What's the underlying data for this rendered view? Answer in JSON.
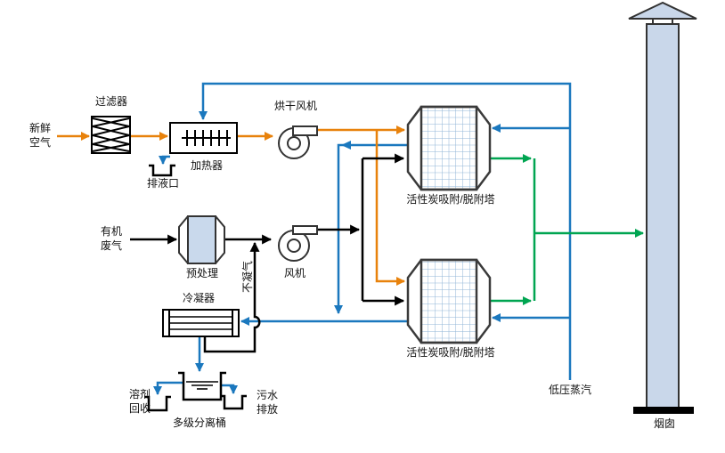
{
  "diagram": {
    "title": "activated-carbon adsorption / desorption process flow diagram",
    "labels": {
      "fresh_air": "新鲜\n空气",
      "filter": "过滤器",
      "heater": "加热器",
      "drain_port": "排液口",
      "drying_fan": "烘干风机",
      "organic_waste_gas": "有机\n废气",
      "pretreatment": "预处理",
      "fan": "风机",
      "non_condensable_gas": "不凝气",
      "condenser": "冷凝器",
      "adsorption_tower_top": "活性炭吸附/脱附塔",
      "adsorption_tower_bottom": "活性炭吸附/脱附塔",
      "solvent_recovery": "溶剂\n回收",
      "sewage_discharge": "污水\n排放",
      "multistage_separator": "多级分离桶",
      "low_pressure_steam": "低压蒸汽",
      "chimney": "烟囱"
    },
    "colors": {
      "fresh_air_line": "#E8820C",
      "steam_line": "#1B78BE",
      "waste_gas_line": "#000000",
      "clean_gas_line": "#00A551",
      "equipment_fill": "#C9D7EA",
      "tower_grid": "#8FB4D6",
      "outline": "#3A3A3A"
    }
  }
}
